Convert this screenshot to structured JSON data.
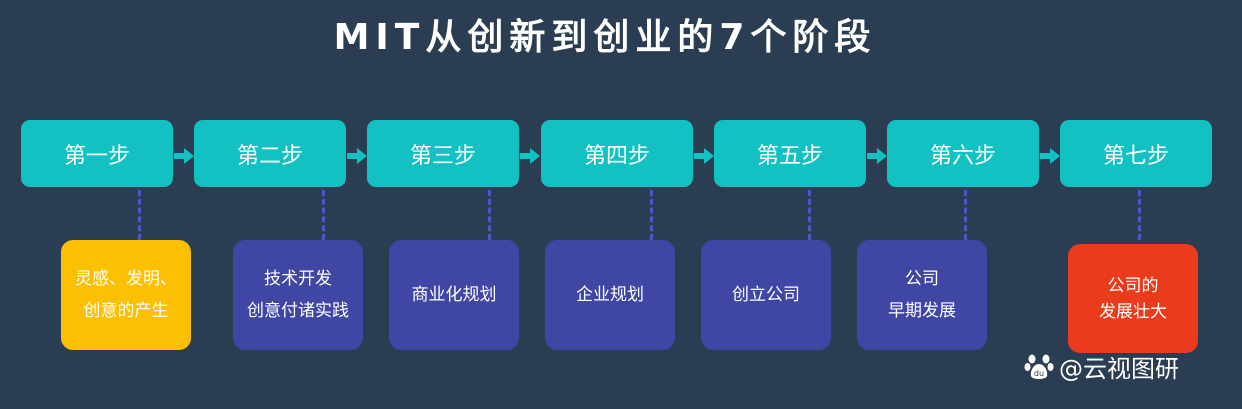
{
  "title": "MIT从创新到创业的7个阶段",
  "steps": [
    {
      "label": "第一步",
      "lines": [
        "灵感、发明、",
        "创意的产生"
      ],
      "color": "#fcbf02"
    },
    {
      "label": "第二步",
      "lines": [
        "技术开发",
        "创意付诸实践"
      ],
      "color": "#3f46a4"
    },
    {
      "label": "第三步",
      "lines": [
        "商业化规划"
      ],
      "color": "#3f46a4"
    },
    {
      "label": "第四步",
      "lines": [
        "企业规划"
      ],
      "color": "#3f46a4"
    },
    {
      "label": "第五步",
      "lines": [
        "创立公司"
      ],
      "color": "#3f46a4"
    },
    {
      "label": "第六步",
      "lines": [
        "公司",
        "早期发展"
      ],
      "color": "#3f46a4"
    },
    {
      "label": "第七步",
      "lines": [
        "公司的",
        "发展壮大"
      ],
      "color": "#ea3c1c"
    }
  ],
  "colors": {
    "background": "#2b3d52",
    "step": "#13c1c2",
    "connector": "#4a57c4"
  },
  "watermark": {
    "text": "@云视图研",
    "icon": "paw-icon"
  }
}
